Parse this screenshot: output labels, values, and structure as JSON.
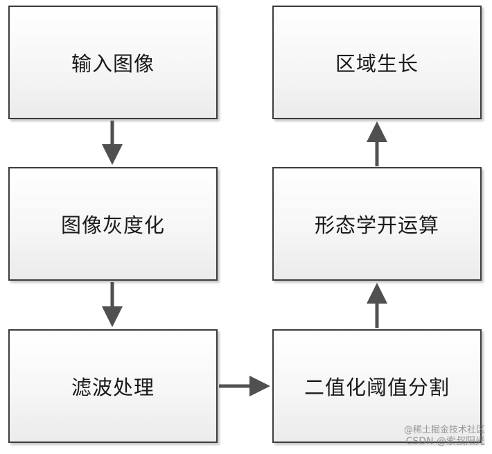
{
  "steps": {
    "input_image": "输入图像",
    "grayscale": "图像灰度化",
    "filtering": "滤波处理",
    "threshold_segmentation": "二值化阈值分割",
    "morphological_opening": "形态学开运算",
    "region_growing": "区域生长"
  },
  "colors": {
    "border": "#3c3c3c",
    "arrow": "#505050",
    "box_fill_top": "#ffffff",
    "box_fill_bottom": "#ebebeb"
  },
  "watermark": {
    "line1": "@稀土掘金技术社区",
    "line2": "CSDN @索叔阳光"
  }
}
